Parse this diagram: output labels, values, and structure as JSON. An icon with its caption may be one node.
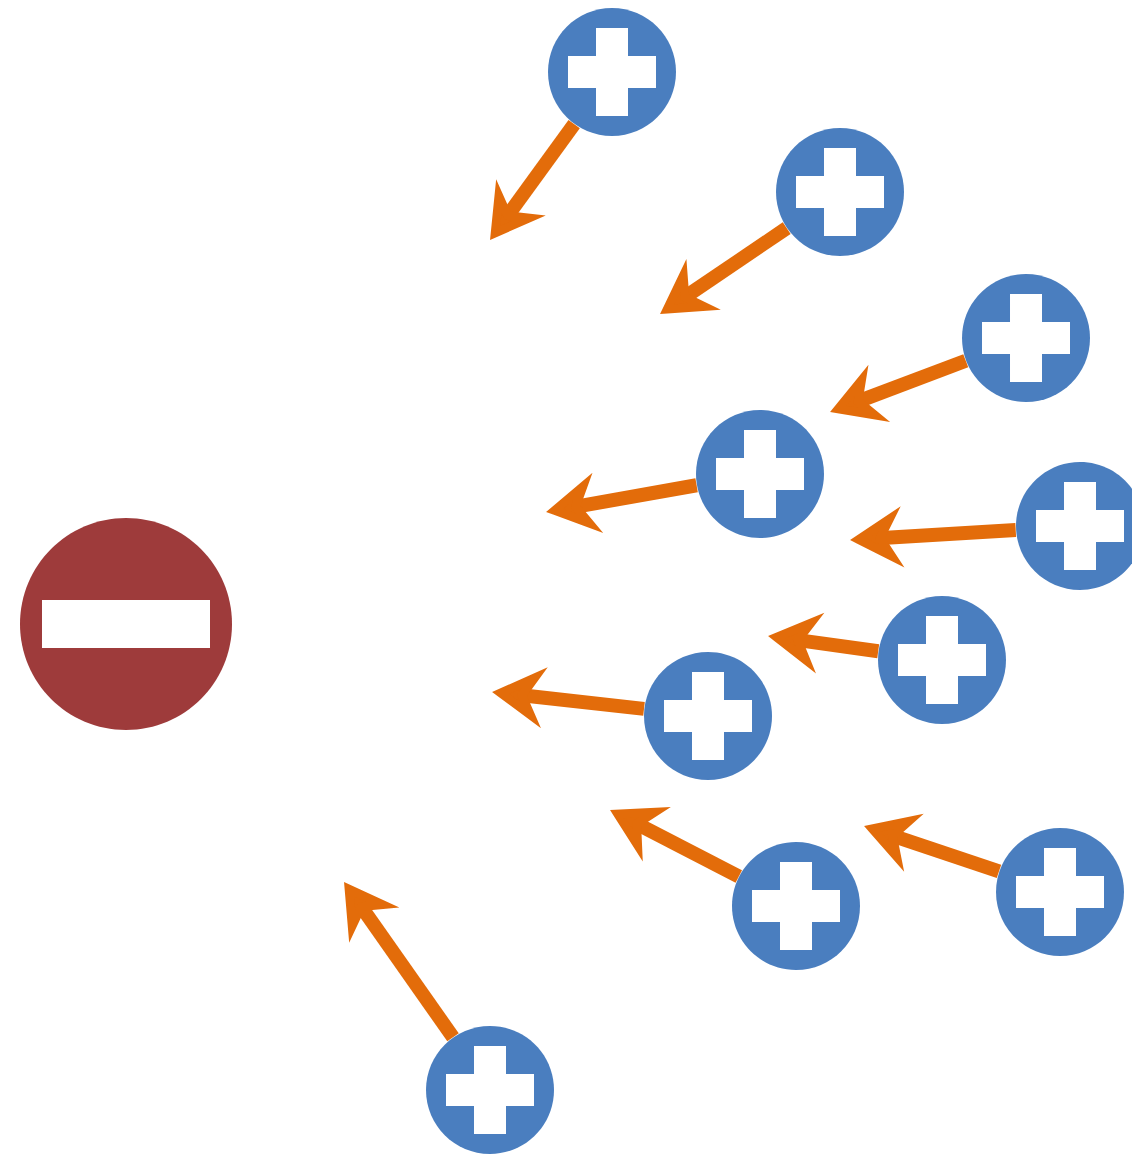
{
  "diagram": {
    "nodes": [
      {
        "text": [],
        "shape": "circle"
      },
      {
        "text": [],
        "shape": "circle"
      },
      {
        "text": [],
        "shape": "circle"
      },
      {
        "text": [],
        "shape": "circle"
      },
      {
        "text": [],
        "shape": "circle"
      },
      {
        "text": [],
        "shape": "circle"
      },
      {
        "text": [],
        "shape": "circle"
      },
      {
        "text": [],
        "shape": "circle"
      },
      {
        "text": [],
        "shape": "circle"
      },
      {
        "text": [],
        "shape": "circle"
      },
      {
        "text": [],
        "shape": "circle"
      }
    ],
    "edges": [
      {
        "from": 1,
        "to": null,
        "arrow": "to"
      },
      {
        "from": 2,
        "to": null,
        "arrow": "to"
      },
      {
        "from": 3,
        "to": null,
        "arrow": "to"
      },
      {
        "from": 4,
        "to": null,
        "arrow": "to"
      },
      {
        "from": 5,
        "to": null,
        "arrow": "to"
      },
      {
        "from": 6,
        "to": null,
        "arrow": "to"
      },
      {
        "from": 7,
        "to": null,
        "arrow": "to"
      },
      {
        "from": 8,
        "to": null,
        "arrow": "to"
      },
      {
        "from": 9,
        "to": null,
        "arrow": "to"
      },
      {
        "from": 10,
        "to": null,
        "arrow": "to"
      }
    ]
  }
}
